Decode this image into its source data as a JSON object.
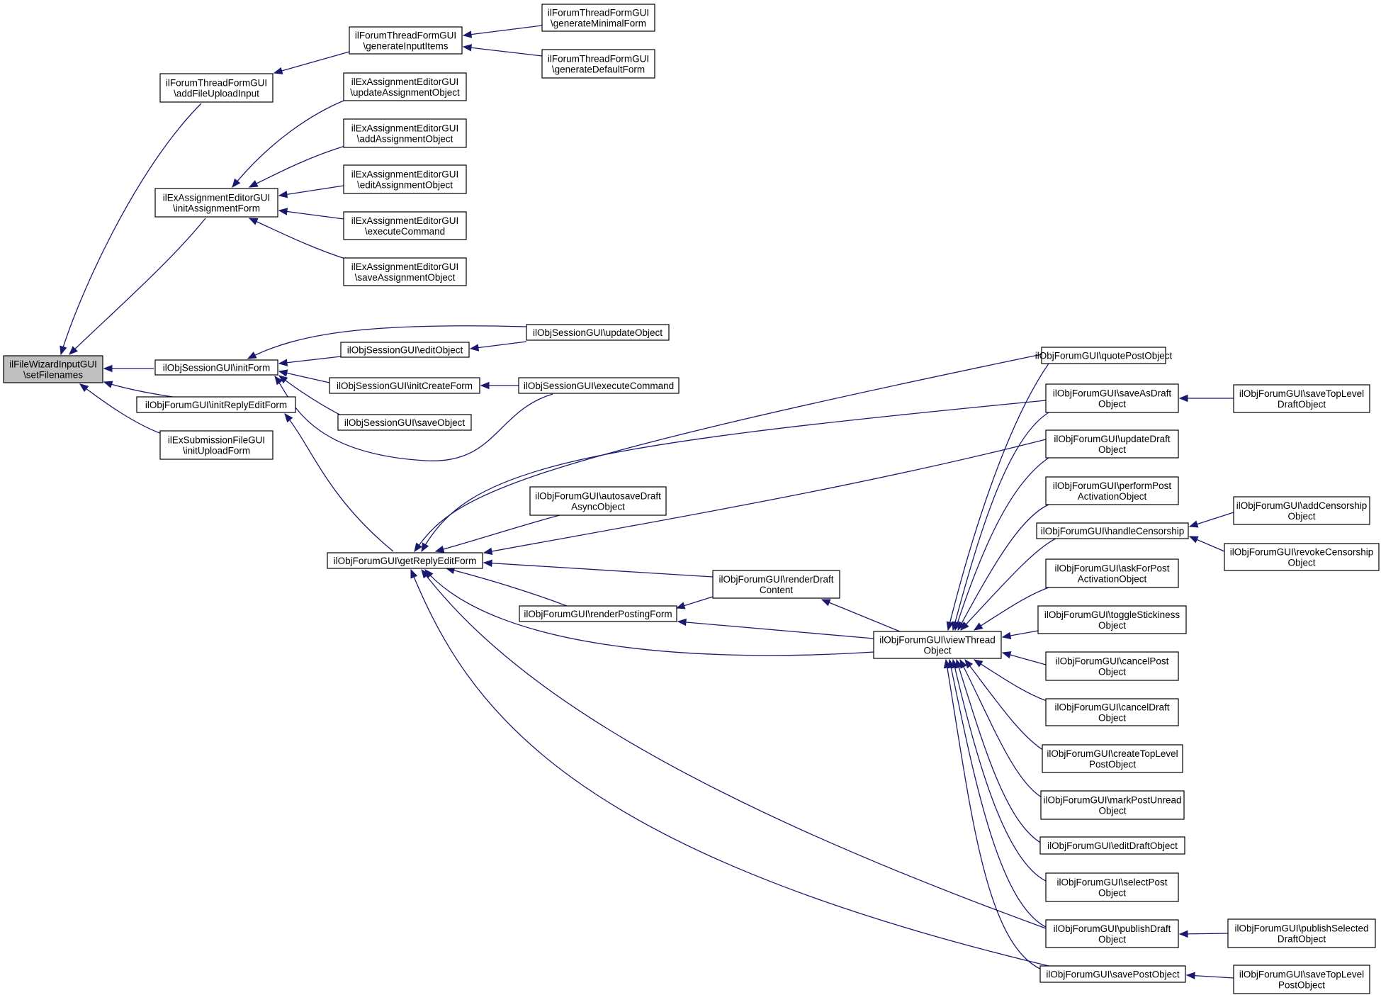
{
  "diagram": {
    "root": "n_setFilenames",
    "nodes": [
      {
        "id": "n_setFilenames",
        "lines": [
          "ilFileWizardInputGUI",
          "\\setFilenames"
        ],
        "highlighted": true
      },
      {
        "id": "n_addFileUploadInput",
        "lines": [
          "ilForumThreadFormGUI",
          "\\addFileUploadInput"
        ]
      },
      {
        "id": "n_generateInputItems",
        "lines": [
          "ilForumThreadFormGUI",
          "\\generateInputItems"
        ]
      },
      {
        "id": "n_generateMinimalForm",
        "lines": [
          "ilForumThreadFormGUI",
          "\\generateMinimalForm"
        ]
      },
      {
        "id": "n_generateDefaultForm",
        "lines": [
          "ilForumThreadFormGUI",
          "\\generateDefaultForm"
        ]
      },
      {
        "id": "n_initAssignmentForm",
        "lines": [
          "ilExAssignmentEditorGUI",
          "\\initAssignmentForm"
        ]
      },
      {
        "id": "n_updateAssignmentObject",
        "lines": [
          "ilExAssignmentEditorGUI",
          "\\updateAssignmentObject"
        ]
      },
      {
        "id": "n_addAssignmentObject",
        "lines": [
          "ilExAssignmentEditorGUI",
          "\\addAssignmentObject"
        ]
      },
      {
        "id": "n_editAssignmentObject",
        "lines": [
          "ilExAssignmentEditorGUI",
          "\\editAssignmentObject"
        ]
      },
      {
        "id": "n_executeCommandEx",
        "lines": [
          "ilExAssignmentEditorGUI",
          "\\executeCommand"
        ]
      },
      {
        "id": "n_saveAssignmentObject",
        "lines": [
          "ilExAssignmentEditorGUI",
          "\\saveAssignmentObject"
        ]
      },
      {
        "id": "n_initForm",
        "lines": [
          "ilObjSessionGUI\\initForm"
        ]
      },
      {
        "id": "n_updateObjectSess",
        "lines": [
          "ilObjSessionGUI\\updateObject"
        ]
      },
      {
        "id": "n_editObjectSess",
        "lines": [
          "ilObjSessionGUI\\editObject"
        ]
      },
      {
        "id": "n_initCreateForm",
        "lines": [
          "ilObjSessionGUI\\initCreateForm"
        ]
      },
      {
        "id": "n_executeCommandSess",
        "lines": [
          "ilObjSessionGUI\\executeCommand"
        ]
      },
      {
        "id": "n_saveObjectSess",
        "lines": [
          "ilObjSessionGUI\\saveObject"
        ]
      },
      {
        "id": "n_initReplyEditForm",
        "lines": [
          "ilObjForumGUI\\initReplyEditForm"
        ]
      },
      {
        "id": "n_initUploadForm",
        "lines": [
          "ilExSubmissionFileGUI",
          "\\initUploadForm"
        ]
      },
      {
        "id": "n_getReplyEditForm",
        "lines": [
          "ilObjForumGUI\\getReplyEditForm"
        ]
      },
      {
        "id": "n_autosaveDraft",
        "lines": [
          "ilObjForumGUI\\autosaveDraft",
          "AsyncObject"
        ]
      },
      {
        "id": "n_renderPostingForm",
        "lines": [
          "ilObjForumGUI\\renderPostingForm"
        ]
      },
      {
        "id": "n_renderDraftContent",
        "lines": [
          "ilObjForumGUI\\renderDraft",
          "Content"
        ]
      },
      {
        "id": "n_viewThreadObject",
        "lines": [
          "ilObjForumGUI\\viewThread",
          "Object"
        ]
      },
      {
        "id": "n_quotePostObject",
        "lines": [
          "ilObjForumGUI\\quotePostObject"
        ]
      },
      {
        "id": "n_saveAsDraftObject",
        "lines": [
          "ilObjForumGUI\\saveAsDraft",
          "Object"
        ]
      },
      {
        "id": "n_saveTopLevelDraftObject",
        "lines": [
          "ilObjForumGUI\\saveTopLevel",
          "DraftObject"
        ]
      },
      {
        "id": "n_updateDraftObject",
        "lines": [
          "ilObjForumGUI\\updateDraft",
          "Object"
        ]
      },
      {
        "id": "n_performPostActivationObject",
        "lines": [
          "ilObjForumGUI\\performPost",
          "ActivationObject"
        ]
      },
      {
        "id": "n_handleCensorship",
        "lines": [
          "ilObjForumGUI\\handleCensorship"
        ]
      },
      {
        "id": "n_addCensorshipObject",
        "lines": [
          "ilObjForumGUI\\addCensorship",
          "Object"
        ]
      },
      {
        "id": "n_revokeCensorshipObject",
        "lines": [
          "ilObjForumGUI\\revokeCensorship",
          "Object"
        ]
      },
      {
        "id": "n_askForPostActivationObject",
        "lines": [
          "ilObjForumGUI\\askForPost",
          "ActivationObject"
        ]
      },
      {
        "id": "n_toggleStickinessObject",
        "lines": [
          "ilObjForumGUI\\toggleStickiness",
          "Object"
        ]
      },
      {
        "id": "n_cancelPostObject",
        "lines": [
          "ilObjForumGUI\\cancelPost",
          "Object"
        ]
      },
      {
        "id": "n_cancelDraftObject",
        "lines": [
          "ilObjForumGUI\\cancelDraft",
          "Object"
        ]
      },
      {
        "id": "n_createTopLevelPostObject",
        "lines": [
          "ilObjForumGUI\\createTopLevel",
          "PostObject"
        ]
      },
      {
        "id": "n_markPostUnreadObject",
        "lines": [
          "ilObjForumGUI\\markPostUnread",
          "Object"
        ]
      },
      {
        "id": "n_editDraftObject",
        "lines": [
          "ilObjForumGUI\\editDraftObject"
        ]
      },
      {
        "id": "n_selectPostObject",
        "lines": [
          "ilObjForumGUI\\selectPost",
          "Object"
        ]
      },
      {
        "id": "n_publishDraftObject",
        "lines": [
          "ilObjForumGUI\\publishDraft",
          "Object"
        ]
      },
      {
        "id": "n_publishSelectedDraftObject",
        "lines": [
          "ilObjForumGUI\\publishSelected",
          "DraftObject"
        ]
      },
      {
        "id": "n_savePostObject",
        "lines": [
          "ilObjForumGUI\\savePostObject"
        ]
      },
      {
        "id": "n_saveTopLevelPostObject",
        "lines": [
          "ilObjForumGUI\\saveTopLevel",
          "PostObject"
        ]
      }
    ],
    "edges": [
      {
        "from": "n_addFileUploadInput",
        "to": "n_setFilenames"
      },
      {
        "from": "n_initAssignmentForm",
        "to": "n_setFilenames"
      },
      {
        "from": "n_initForm",
        "to": "n_setFilenames"
      },
      {
        "from": "n_initReplyEditForm",
        "to": "n_setFilenames"
      },
      {
        "from": "n_initUploadForm",
        "to": "n_setFilenames"
      },
      {
        "from": "n_generateInputItems",
        "to": "n_addFileUploadInput"
      },
      {
        "from": "n_generateMinimalForm",
        "to": "n_generateInputItems"
      },
      {
        "from": "n_generateDefaultForm",
        "to": "n_generateInputItems"
      },
      {
        "from": "n_updateAssignmentObject",
        "to": "n_initAssignmentForm"
      },
      {
        "from": "n_addAssignmentObject",
        "to": "n_initAssignmentForm"
      },
      {
        "from": "n_editAssignmentObject",
        "to": "n_initAssignmentForm"
      },
      {
        "from": "n_executeCommandEx",
        "to": "n_initAssignmentForm"
      },
      {
        "from": "n_saveAssignmentObject",
        "to": "n_initAssignmentForm"
      },
      {
        "from": "n_updateObjectSess",
        "to": "n_initForm"
      },
      {
        "from": "n_editObjectSess",
        "to": "n_initForm"
      },
      {
        "from": "n_initCreateForm",
        "to": "n_initForm"
      },
      {
        "from": "n_saveObjectSess",
        "to": "n_initForm"
      },
      {
        "from": "n_executeCommandSess",
        "to": "n_initForm"
      },
      {
        "from": "n_updateObjectSess",
        "to": "n_editObjectSess"
      },
      {
        "from": "n_executeCommandSess",
        "to": "n_initCreateForm"
      },
      {
        "from": "n_getReplyEditForm",
        "to": "n_initReplyEditForm"
      },
      {
        "from": "n_quotePostObject",
        "to": "n_getReplyEditForm"
      },
      {
        "from": "n_saveAsDraftObject",
        "to": "n_getReplyEditForm"
      },
      {
        "from": "n_updateDraftObject",
        "to": "n_getReplyEditForm"
      },
      {
        "from": "n_autosaveDraft",
        "to": "n_getReplyEditForm"
      },
      {
        "from": "n_renderDraftContent",
        "to": "n_getReplyEditForm"
      },
      {
        "from": "n_renderPostingForm",
        "to": "n_getReplyEditForm"
      },
      {
        "from": "n_viewThreadObject",
        "to": "n_getReplyEditForm"
      },
      {
        "from": "n_publishDraftObject",
        "to": "n_getReplyEditForm"
      },
      {
        "from": "n_savePostObject",
        "to": "n_getReplyEditForm"
      },
      {
        "from": "n_renderDraftContent",
        "to": "n_renderPostingForm"
      },
      {
        "from": "n_viewThreadObject",
        "to": "n_renderPostingForm"
      },
      {
        "from": "n_viewThreadObject",
        "to": "n_renderDraftContent"
      },
      {
        "from": "n_quotePostObject",
        "to": "n_viewThreadObject"
      },
      {
        "from": "n_saveAsDraftObject",
        "to": "n_viewThreadObject"
      },
      {
        "from": "n_updateDraftObject",
        "to": "n_viewThreadObject"
      },
      {
        "from": "n_performPostActivationObject",
        "to": "n_viewThreadObject"
      },
      {
        "from": "n_handleCensorship",
        "to": "n_viewThreadObject"
      },
      {
        "from": "n_askForPostActivationObject",
        "to": "n_viewThreadObject"
      },
      {
        "from": "n_toggleStickinessObject",
        "to": "n_viewThreadObject"
      },
      {
        "from": "n_cancelPostObject",
        "to": "n_viewThreadObject"
      },
      {
        "from": "n_cancelDraftObject",
        "to": "n_viewThreadObject"
      },
      {
        "from": "n_createTopLevelPostObject",
        "to": "n_viewThreadObject"
      },
      {
        "from": "n_markPostUnreadObject",
        "to": "n_viewThreadObject"
      },
      {
        "from": "n_editDraftObject",
        "to": "n_viewThreadObject"
      },
      {
        "from": "n_selectPostObject",
        "to": "n_viewThreadObject"
      },
      {
        "from": "n_publishDraftObject",
        "to": "n_viewThreadObject"
      },
      {
        "from": "n_savePostObject",
        "to": "n_viewThreadObject"
      },
      {
        "from": "n_saveTopLevelDraftObject",
        "to": "n_saveAsDraftObject"
      },
      {
        "from": "n_addCensorshipObject",
        "to": "n_handleCensorship"
      },
      {
        "from": "n_revokeCensorshipObject",
        "to": "n_handleCensorship"
      },
      {
        "from": "n_publishSelectedDraftObject",
        "to": "n_publishDraftObject"
      },
      {
        "from": "n_saveTopLevelPostObject",
        "to": "n_savePostObject"
      }
    ]
  }
}
